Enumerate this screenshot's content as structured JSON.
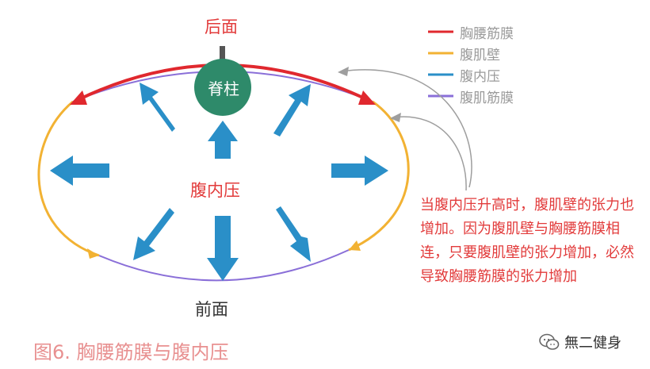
{
  "labels": {
    "back": "后面",
    "front": "前面",
    "center": "腹内压",
    "spine": "脊柱"
  },
  "legend": [
    {
      "label": "胸腰筋膜",
      "color": "#e0282e"
    },
    {
      "label": "腹肌壁",
      "color": "#f2b233"
    },
    {
      "label": "腹内压",
      "color": "#2a8fc8"
    },
    {
      "label": "腹肌筋膜",
      "color": "#8a6fd8"
    }
  ],
  "explanation": "当腹内压升高时，腹肌壁的张力也增加。因为腹肌壁与胸腰筋膜相连，只要腹肌壁的张力增加，必然导致胸腰筋膜的张力增加",
  "caption": "图6. 胸腰筋膜与腹内压",
  "watermark": {
    "text": "無二健身",
    "icon": "wechat-icon"
  },
  "colors": {
    "thoracolumbar_fascia": "#e0282e",
    "abdominal_wall": "#f2b233",
    "pressure_arrow": "#2a8fc8",
    "abdominal_fascia": "#8a6fd8",
    "spine": "#2e8a6a",
    "text_red": "#e23b3b"
  }
}
